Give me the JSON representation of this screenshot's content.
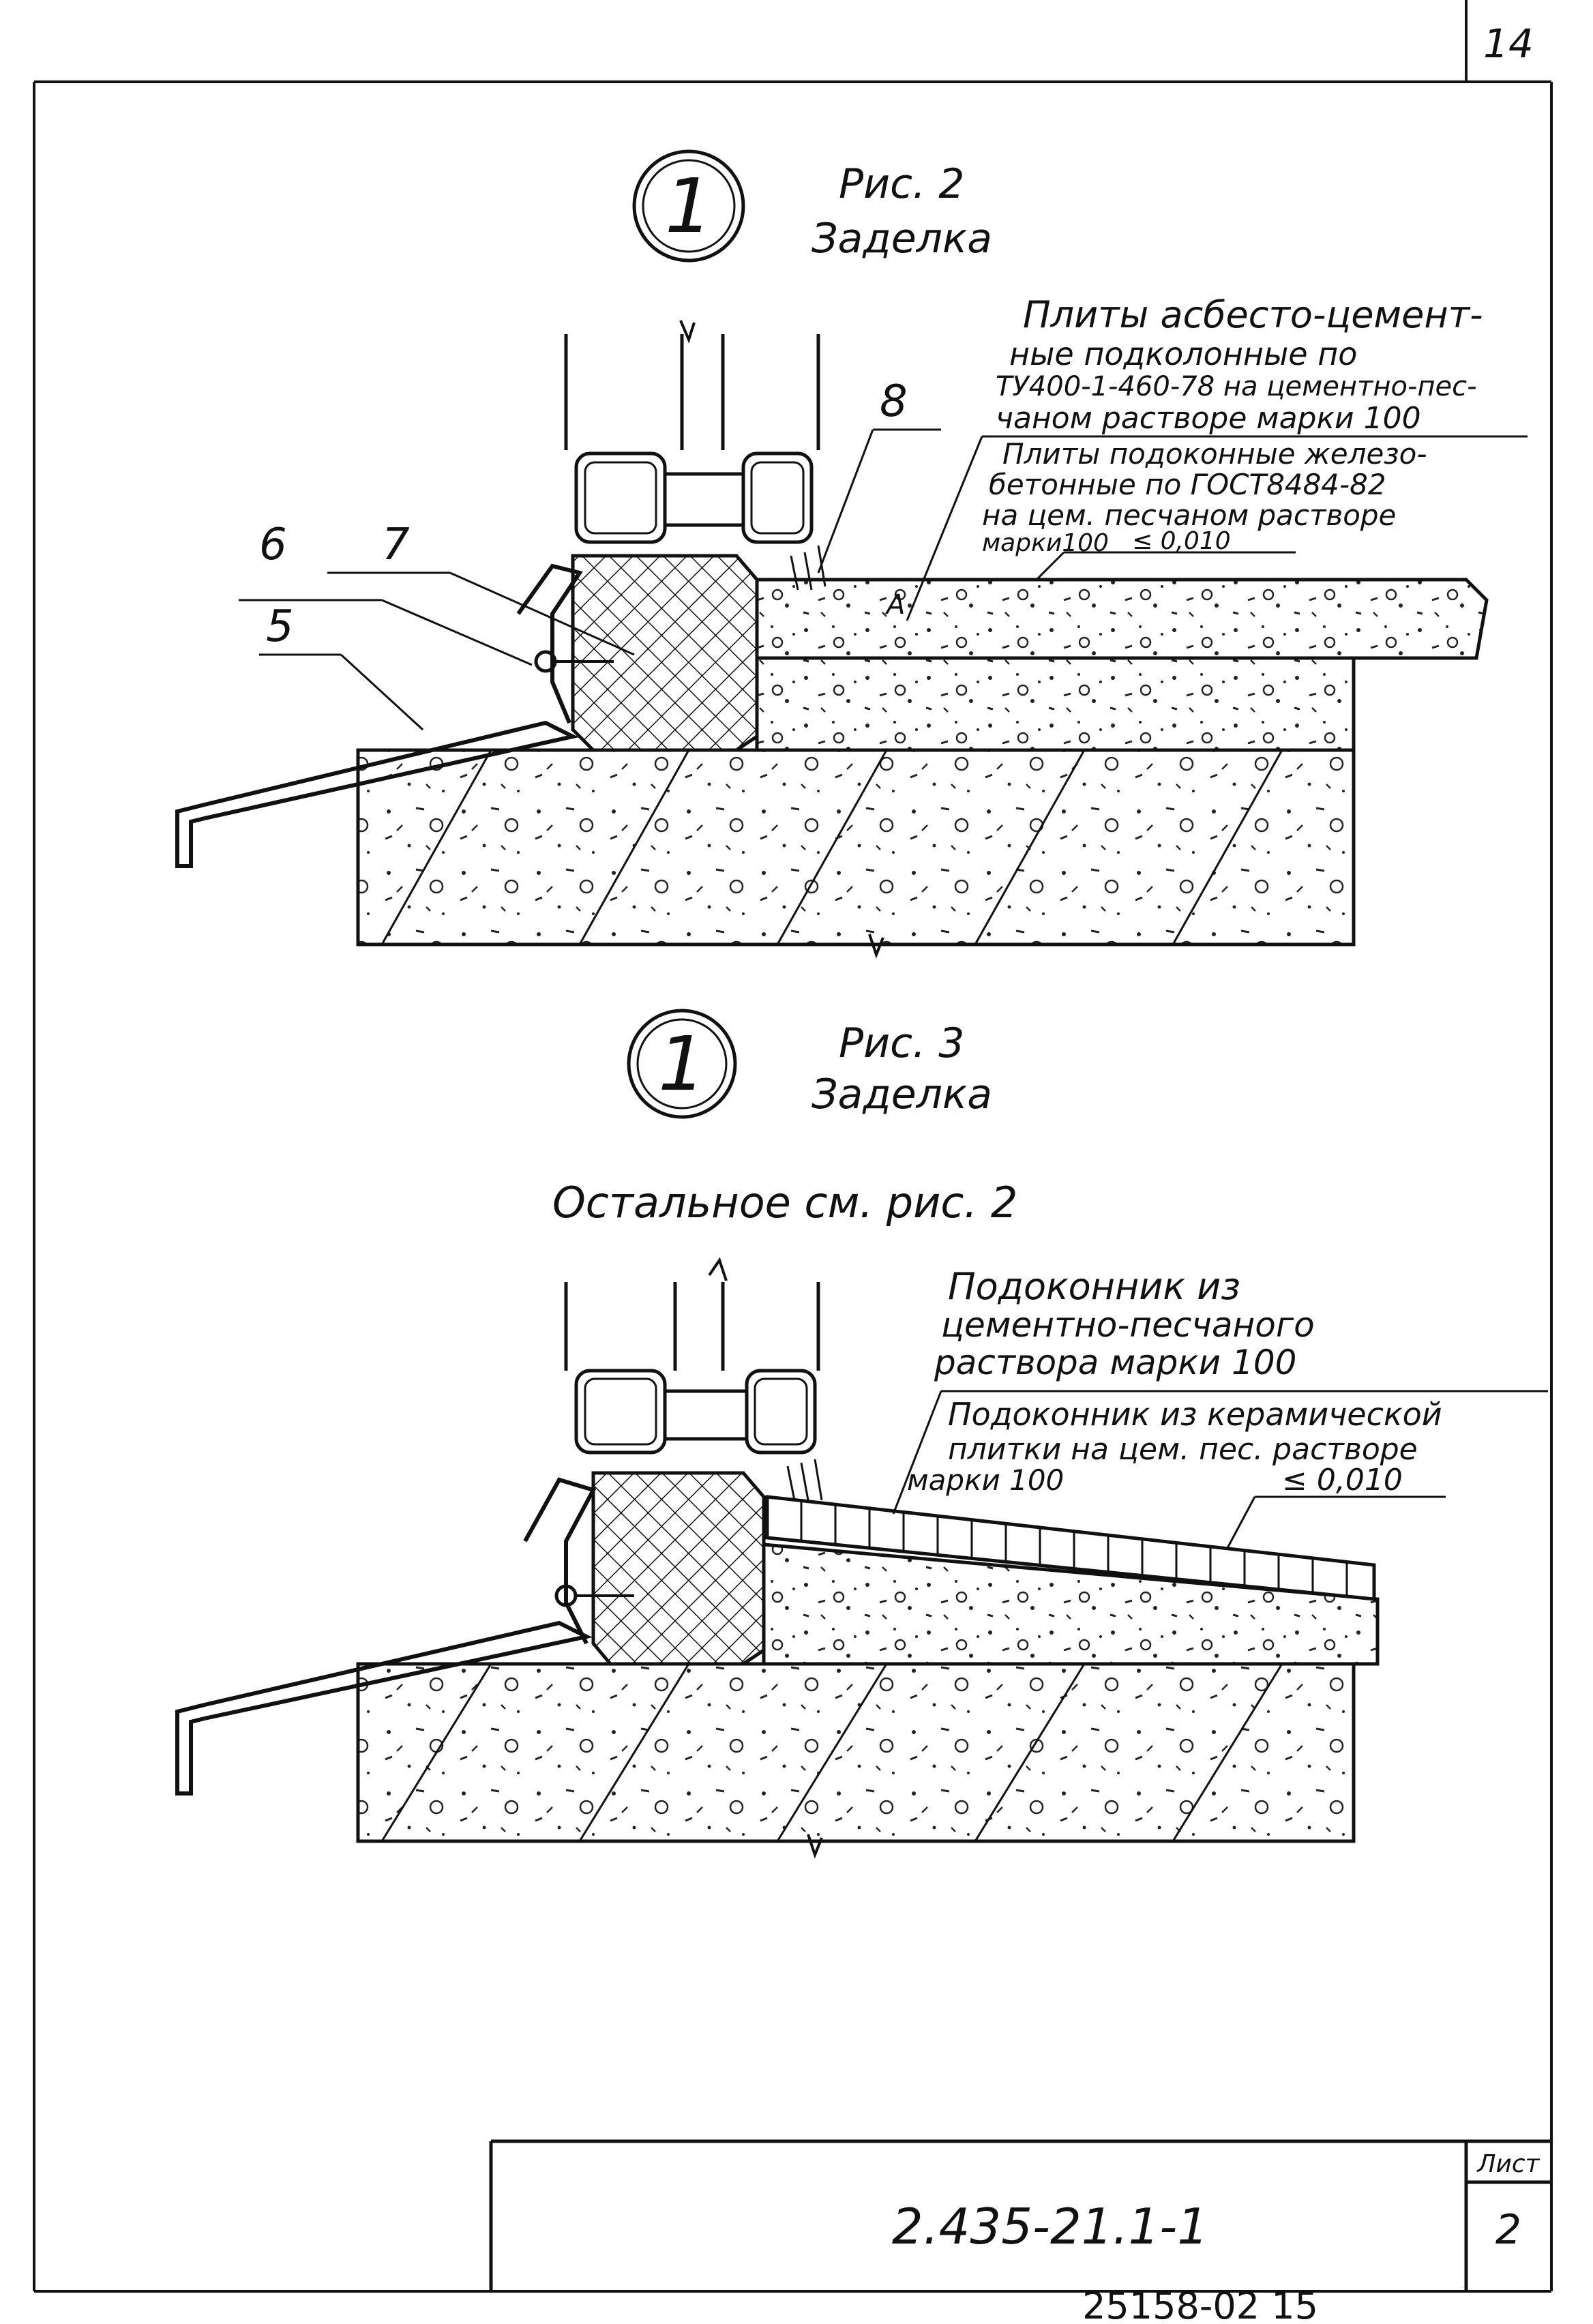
{
  "sheet_number": "14",
  "figures": [
    {
      "marker": "1",
      "caption": "Рис. 2",
      "subtitle": "Заделка",
      "callout_numbers": [
        "5",
        "6",
        "7",
        "8"
      ],
      "point_label": "А",
      "note_1": [
        "Плиты асбесто-цемент-",
        "ные подколонные по",
        "ТУ400-1-460-78 на цементно-пес-",
        "чаном растворе марки 100"
      ],
      "note_2": [
        "Плиты подоконные железо-",
        "бетонные по ГОСТ8484-82",
        "на цем. песчаном растворе",
        "марки100"
      ],
      "slope": "≤ 0,010"
    },
    {
      "marker": "1",
      "caption": "Рис. 3",
      "subtitle": "Заделка",
      "reference": "Остальное см. рис. 2",
      "note_1": [
        "Подоконник из",
        "цементно-песчаного",
        "раствора марки 100"
      ],
      "note_2": [
        "Подоконник из керамической",
        "плитки на цем. пес. растворе",
        "марки 100"
      ],
      "slope": "≤ 0,010"
    }
  ],
  "title_block": {
    "designation": "2.435-21.1-1",
    "sheet_label": "Лист",
    "sheet_value": "2"
  },
  "archive_number": "25158-02 15"
}
